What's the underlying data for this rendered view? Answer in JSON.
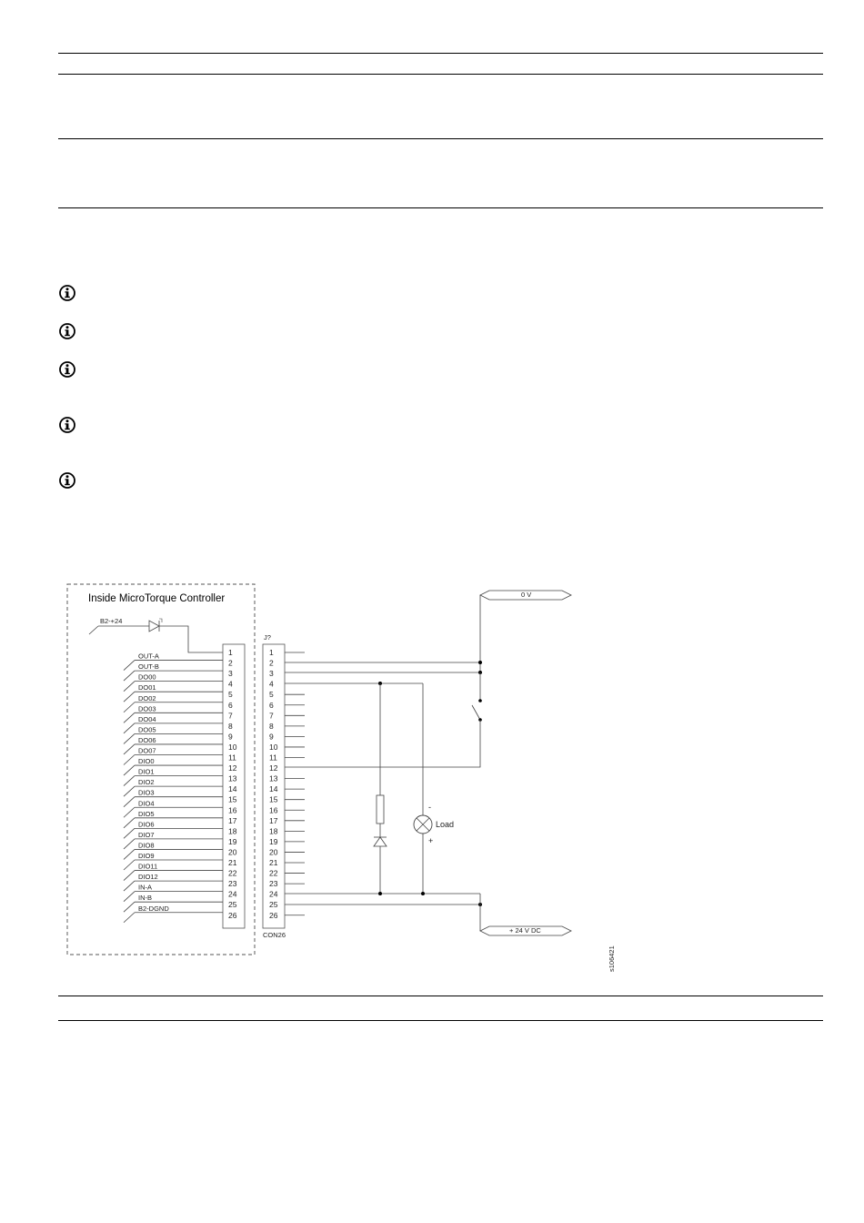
{
  "diagram": {
    "box_title": "Inside MicroTorque Controller",
    "supply_label": "B2-+24",
    "internal_signals": [
      "OUT-A",
      "OUT-B",
      "DO00",
      "DO01",
      "DO02",
      "DO03",
      "DO04",
      "DO05",
      "DO06",
      "DO07",
      "DIO0",
      "DIO1",
      "DIO2",
      "DIO3",
      "DIO4",
      "DIO5",
      "DIO6",
      "DIO7",
      "DIO8",
      "DIO9",
      "DIO11",
      "DIO12",
      "IN-A",
      "IN-B",
      "B2-DGND"
    ],
    "pin_numbers": [
      "1",
      "2",
      "3",
      "4",
      "5",
      "6",
      "7",
      "8",
      "9",
      "10",
      "11",
      "12",
      "13",
      "14",
      "15",
      "16",
      "17",
      "18",
      "19",
      "20",
      "21",
      "22",
      "23",
      "24",
      "25",
      "26"
    ],
    "connector_ref": "J?",
    "connector_name": "CON26",
    "rail_top": "0 V",
    "rail_bottom": "+ 24 V DC",
    "load_label": "Load",
    "load_minus": "-",
    "load_plus": "+",
    "figure_id": "s106421"
  },
  "icons": [
    "info-icon",
    "info-icon",
    "info-icon",
    "info-icon",
    "info-icon"
  ]
}
